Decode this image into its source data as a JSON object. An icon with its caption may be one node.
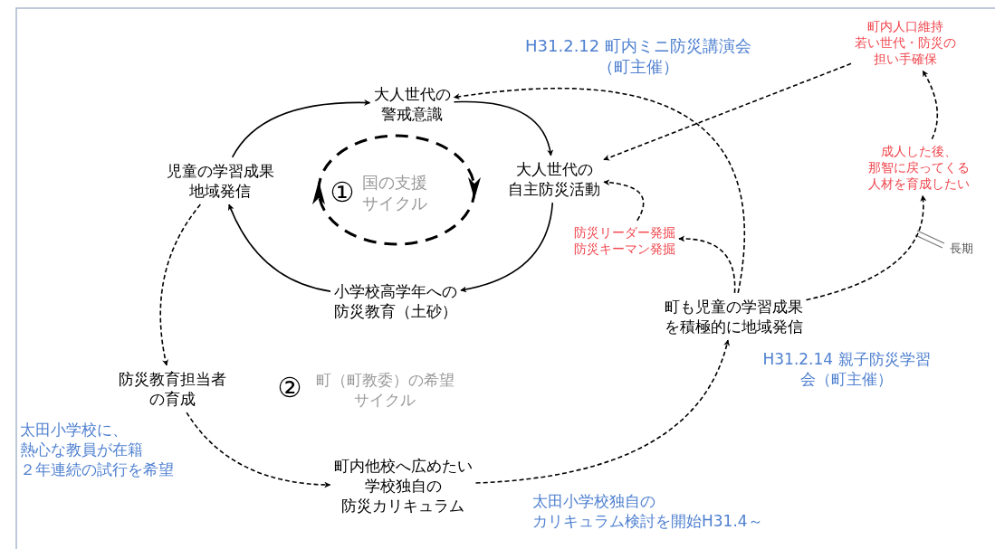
{
  "diagram": {
    "nodes": [
      {
        "text": [
          "大人世代の警戒意識"
        ]
      },
      {
        "text": [
          "大人世代の自主防災活動"
        ]
      },
      {
        "text": [
          "児童の学習成果地域発信"
        ]
      },
      {
        "text": [
          "小学校高学年への防災教育（土砂）"
        ]
      },
      {
        "text": [
          "防災教育担当者の育成"
        ]
      },
      {
        "text": [
          "町内他校へ広めたい学校独自の防災カリキュラム"
        ]
      },
      {
        "text": [
          "町も児童の学習成果を積極的に地域発信"
        ]
      },
      {
        "text": [
          "防災リーダー発掘防災キーマン発掘"
        ]
      },
      {
        "text": [
          "町内人口維持若い世代・防災の担い手確保"
        ]
      },
      {
        "text": [
          "成人した後、那智に戻ってくる人材を育成したい"
        ]
      }
    ],
    "edges": [
      {
        "from": 2,
        "to": 0,
        "arrow": "to"
      },
      {
        "from": 0,
        "to": 1,
        "arrow": "to"
      },
      {
        "from": 1,
        "to": 3,
        "arrow": "to"
      },
      {
        "from": 3,
        "to": 2,
        "arrow": "to"
      },
      {
        "from": 2,
        "to": 4,
        "arrow": "to",
        "style": "dashed"
      },
      {
        "from": 4,
        "to": 5,
        "arrow": "to",
        "style": "dashed"
      },
      {
        "from": 5,
        "to": 6,
        "arrow": "to",
        "style": "dashed"
      },
      {
        "from": 6,
        "to": 7,
        "arrow": "to",
        "style": "dashed"
      },
      {
        "from": 7,
        "to": 1,
        "arrow": "to",
        "style": "dashed"
      },
      {
        "from": 6,
        "to": 0,
        "arrow": "to",
        "style": "dashed"
      },
      {
        "from": 8,
        "to": 1,
        "arrow": "to",
        "style": "dashed"
      },
      {
        "from": 6,
        "to": 9,
        "arrow": "to",
        "style": "dashed",
        "label": "長期"
      },
      {
        "from": 9,
        "to": 8,
        "arrow": "to",
        "style": "dashed"
      }
    ],
    "labels": [
      "H31.2.12 町内ミニ防災講演会（町主催）",
      "①",
      "国の支援サイクル",
      "②",
      "町（町教委）の希望サイクル",
      "太田小学校に、熱心な教員が在籍２年連続の試行を希望",
      "H31.2.14 親子防災学習会（町主催）",
      "太田小学校独自のカリキュラム検討を開始H31.4～"
    ]
  }
}
